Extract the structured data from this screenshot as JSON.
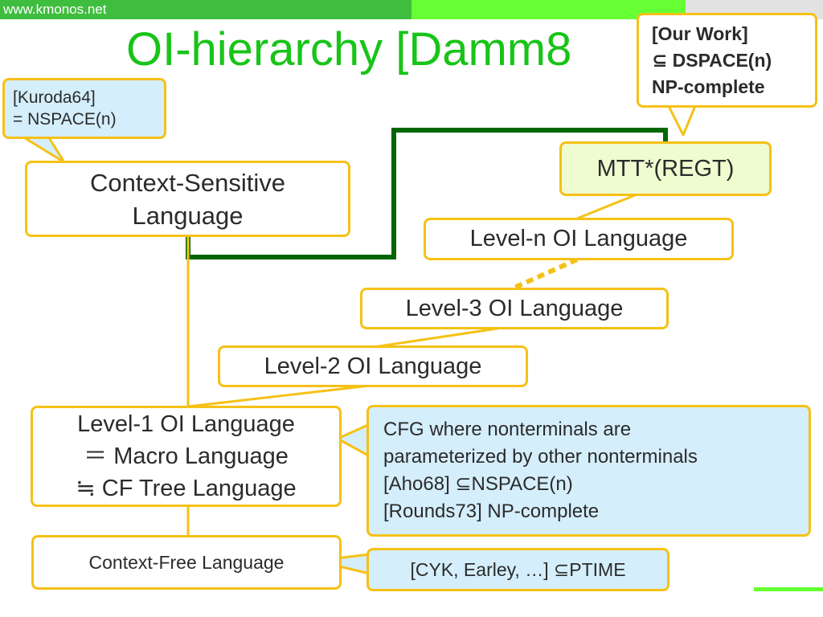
{
  "header": {
    "site": "www.kmonos.net"
  },
  "slide": {
    "title": "OI-hierarchy [Damm8"
  },
  "nodes": {
    "csl": {
      "line1": "Context-Sensitive",
      "line2": "Language"
    },
    "mtt": {
      "label": "MTT*(REGT)"
    },
    "leveln": {
      "label": "Level-n OI Language"
    },
    "level3": {
      "label": "Level-3 OI Language"
    },
    "level2": {
      "label": "Level-2 OI Language"
    },
    "level1": {
      "line1": "Level-1 OI Language",
      "line2": "＝ Macro Language",
      "line3": "≒ CF Tree Language"
    },
    "cfl": {
      "label": "Context-Free Language"
    }
  },
  "callouts": {
    "kuroda": {
      "line1": "[Kuroda64]",
      "line2": "= NSPACE(n)"
    },
    "ourwork": {
      "line1": "[Our Work]",
      "line2": "⊆ DSPACE(n)",
      "line3": "NP-complete"
    },
    "cfg": {
      "line1": "CFG where nonterminals are",
      "line2": "parameterized by other nonterminals",
      "line3": "[Aho68]  ⊆NSPACE(n)",
      "line4": "[Rounds73]  NP-complete"
    },
    "cyk": {
      "label": "[CYK, Earley, …] ⊆PTIME"
    }
  },
  "colors": {
    "title": "#18c418",
    "box_border": "#f5c116",
    "note_fill": "#d5eefc",
    "mtt_fill": "#eefcd0",
    "dark_green_line": "#006600"
  }
}
